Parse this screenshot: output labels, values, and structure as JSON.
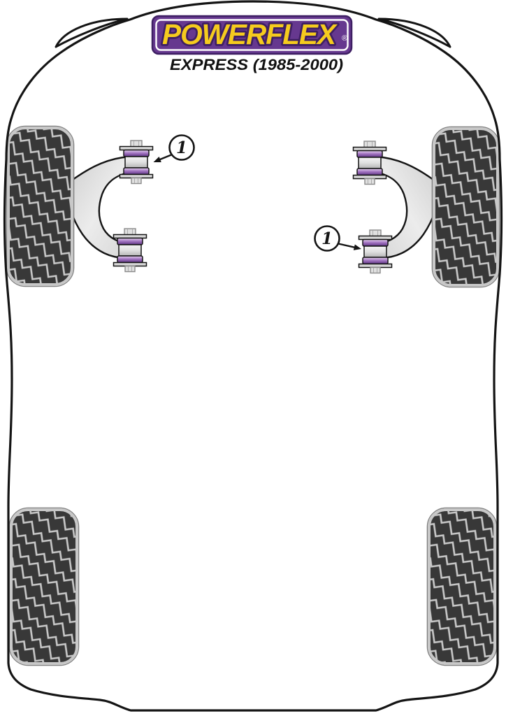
{
  "logo": {
    "brand": "POWERFLEX",
    "registered_mark": "®"
  },
  "vehicle_title": "EXPRESS (1985-2000)",
  "callouts": [
    {
      "number": "1"
    },
    {
      "number": "1"
    }
  ],
  "colors": {
    "logo_purple": "#66388f",
    "logo_outline_purple": "#3e1f63",
    "logo_yellow": "#f5cb1e",
    "bushing_purple": "#9a6cbb",
    "bushing_silver": "#dcdcdc",
    "tread_dark": "#383838",
    "tread_light": "#c9c9c9",
    "outline_black": "#141414"
  }
}
